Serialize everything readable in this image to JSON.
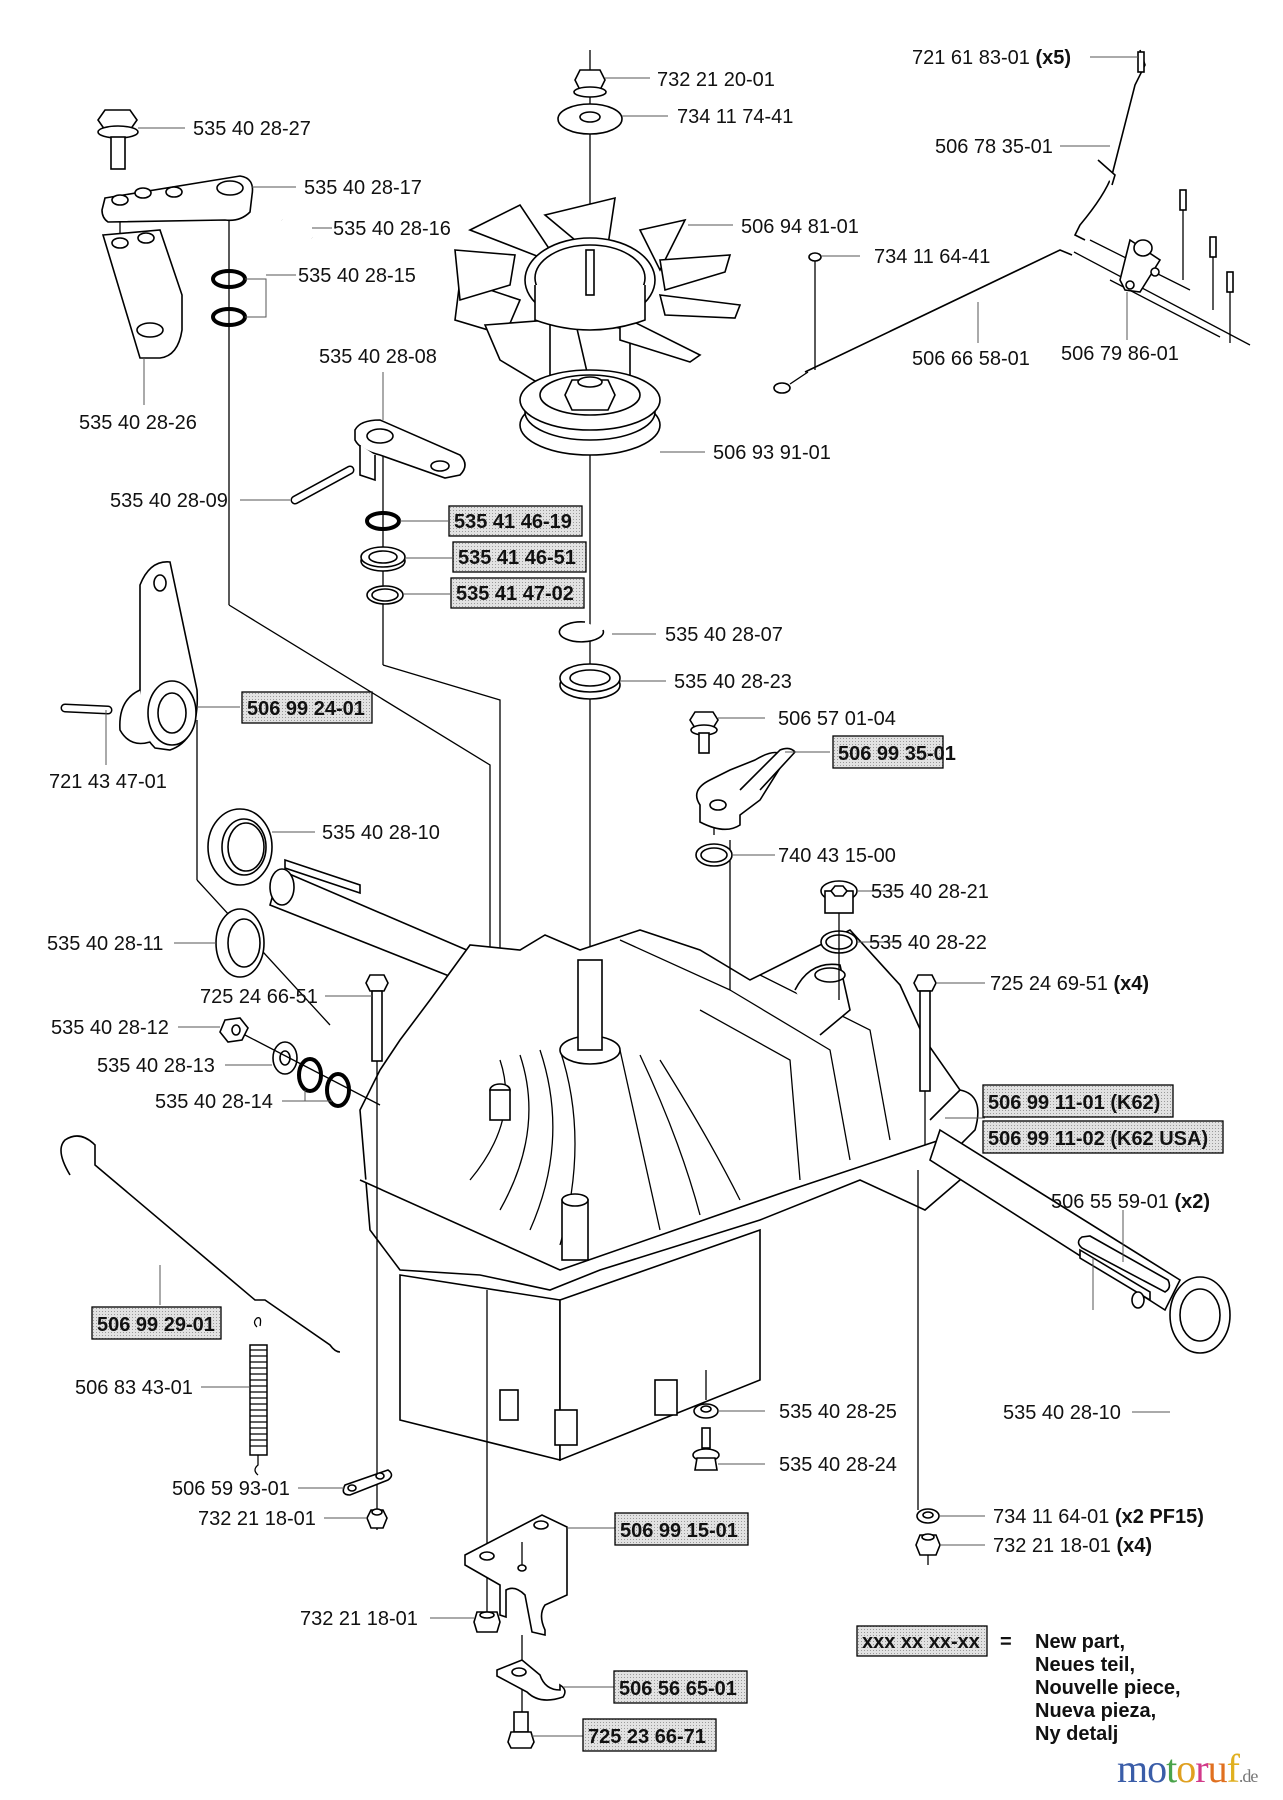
{
  "diagram": {
    "title": "Hydrostatic transmission exploded parts diagram",
    "accent": {
      "new_part_fill": "#d4d4d4",
      "line": "#000000"
    },
    "parts": {
      "p01": {
        "number": "535 40 28-27",
        "qty": ""
      },
      "p02": {
        "number": "535 40 28-17",
        "qty": ""
      },
      "p03": {
        "number": "535 40 28-16",
        "qty": ""
      },
      "p04": {
        "number": "535 40 28-15",
        "qty": ""
      },
      "p05": {
        "number": "535 40 28-26",
        "qty": ""
      },
      "p06": {
        "number": "535 40 28-08",
        "qty": ""
      },
      "p07": {
        "number": "535 40 28-09",
        "qty": ""
      },
      "p08": {
        "number": "535 41 46-19",
        "qty": "",
        "new": true
      },
      "p09": {
        "number": "535 41 46-51",
        "qty": "",
        "new": true
      },
      "p10": {
        "number": "535 41 47-02",
        "qty": "",
        "new": true
      },
      "p11": {
        "number": "732 21 20-01",
        "qty": ""
      },
      "p12": {
        "number": "734 11 74-41",
        "qty": ""
      },
      "p13": {
        "number": "506 94 81-01",
        "qty": ""
      },
      "p14": {
        "number": "506 93 91-01",
        "qty": ""
      },
      "p15": {
        "number": "535 40 28-07",
        "qty": ""
      },
      "p16": {
        "number": "535 40 28-23",
        "qty": ""
      },
      "p17": {
        "number": "721 61 83-01",
        "qty": "(x5)"
      },
      "p18": {
        "number": "506 78 35-01",
        "qty": ""
      },
      "p19": {
        "number": "734 11 64-41",
        "qty": ""
      },
      "p20": {
        "number": "506 66 58-01",
        "qty": ""
      },
      "p21": {
        "number": "506 79 86-01",
        "qty": ""
      },
      "p22": {
        "number": "506 99 24-01",
        "qty": "",
        "new": true
      },
      "p23": {
        "number": "721 43 47-01",
        "qty": ""
      },
      "p24": {
        "number": "506 57 01-04",
        "qty": ""
      },
      "p25": {
        "number": "506 99 35-01",
        "qty": "",
        "new": true
      },
      "p26": {
        "number": "740 43 15-00",
        "qty": ""
      },
      "p27": {
        "number": "535 40 28-10",
        "qty": ""
      },
      "p28": {
        "number": "535 40 28-21",
        "qty": ""
      },
      "p29": {
        "number": "535 40 28-22",
        "qty": ""
      },
      "p30": {
        "number": "535 40 28-11",
        "qty": ""
      },
      "p31": {
        "number": "725 24 69-51",
        "qty": "(x4)"
      },
      "p32": {
        "number": "725 24 66-51",
        "qty": ""
      },
      "p33": {
        "number": "535 40 28-12",
        "qty": ""
      },
      "p34": {
        "number": "535 40 28-13",
        "qty": ""
      },
      "p35": {
        "number": "535 40 28-14",
        "qty": ""
      },
      "p36": {
        "number": "506 99 11-01 (K62)",
        "qty": "",
        "new": true
      },
      "p37": {
        "number": "506 99 11-02 (K62 USA)",
        "qty": "",
        "new": true
      },
      "p38": {
        "number": "506 55 59-01",
        "qty": "(x2)"
      },
      "p39": {
        "number": "506 99 29-01",
        "qty": "",
        "new": true
      },
      "p40": {
        "number": "506 83 43-01",
        "qty": ""
      },
      "p41": {
        "number": "535 40 28-25",
        "qty": ""
      },
      "p42": {
        "number": "535 40 28-10",
        "qty": ""
      },
      "p43": {
        "number": "535 40 28-24",
        "qty": ""
      },
      "p44": {
        "number": "506 59 93-01",
        "qty": ""
      },
      "p45": {
        "number": "732 21 18-01",
        "qty": ""
      },
      "p46": {
        "number": "734 11 64-01",
        "qty": "(x2 PF15)"
      },
      "p47": {
        "number": "732 21 18-01",
        "qty": "(x4)"
      },
      "p48": {
        "number": "506 99 15-01",
        "qty": "",
        "new": true
      },
      "p49": {
        "number": "732 21 18-01",
        "qty": ""
      },
      "p50": {
        "number": "506 56 65-01",
        "qty": "",
        "new": true
      },
      "p51": {
        "number": "725 23 66-71",
        "qty": "",
        "new": true
      }
    }
  },
  "legend": {
    "sample": "xxx xx xx-xx",
    "equals": "=",
    "lines": [
      "New part,",
      "Neues teil,",
      "Nouvelle piece,",
      "Nueva pieza,",
      "Ny detalj"
    ]
  },
  "watermark": {
    "letters": [
      "m",
      "o",
      "t",
      "o",
      "r",
      "u",
      "f"
    ],
    "colors": [
      "#3a5da8",
      "#3a5da8",
      "#4aa34a",
      "#e0a020",
      "#d23a8a",
      "#e07020",
      "#e0b020"
    ],
    "suffix": ".de"
  }
}
